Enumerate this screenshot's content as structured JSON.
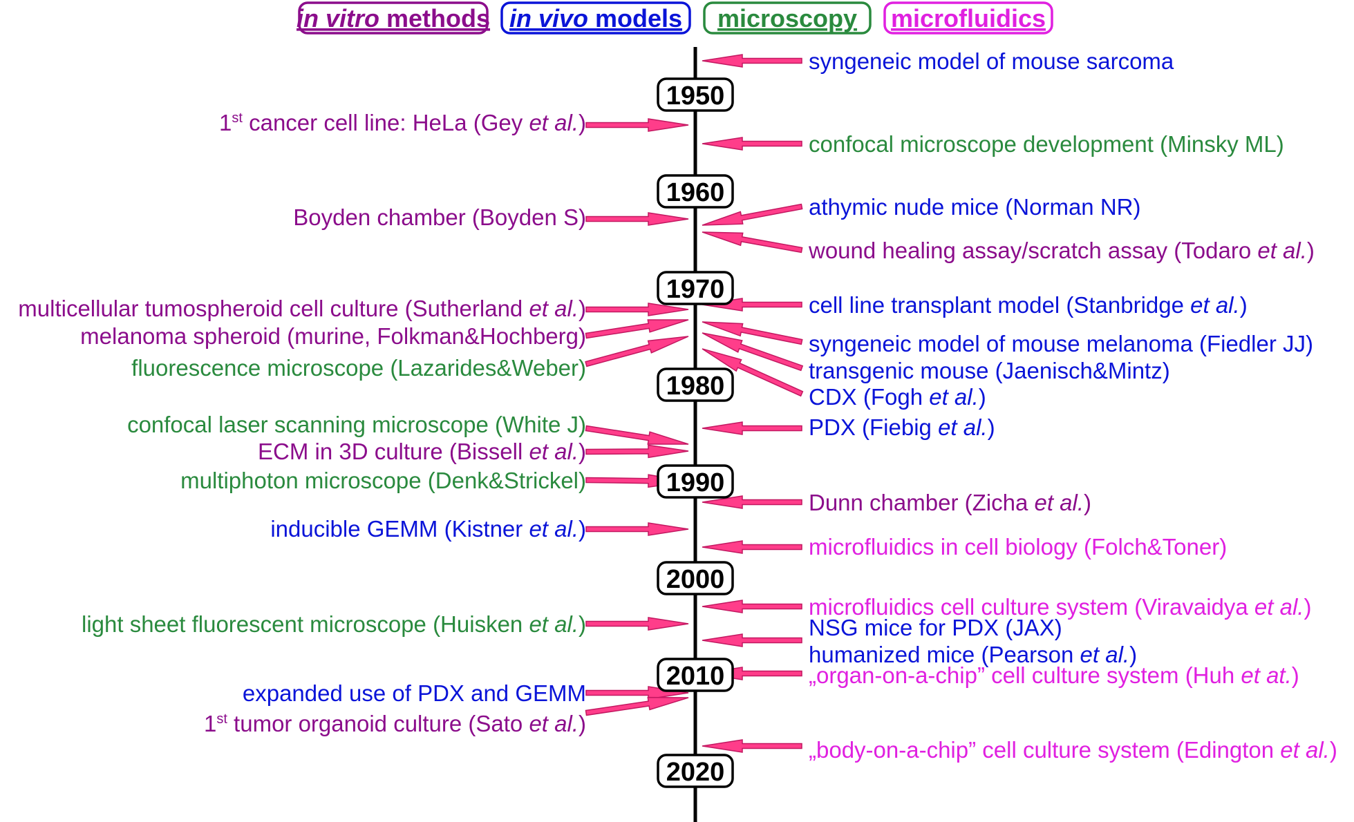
{
  "colors": {
    "in_vitro": "#8b0d8b",
    "in_vivo": "#0a14d8",
    "microscopy": "#2a8a3e",
    "microfluidics": "#e020e0",
    "arrow_fill": "#ff3d8a",
    "arrow_stroke": "#c21760"
  },
  "legend": [
    {
      "italic": "in vitro",
      "rest": " methods",
      "category": "in_vitro"
    },
    {
      "italic": "in vivo",
      "rest": " models",
      "category": "in_vivo"
    },
    {
      "italic": "",
      "rest": "microscopy",
      "category": "microscopy"
    },
    {
      "italic": "",
      "rest": "microfluidics",
      "category": "microfluidics"
    }
  ],
  "years": [
    "1950",
    "1960",
    "1970",
    "1980",
    "1990",
    "2000",
    "2010",
    "2020"
  ],
  "events_left": [
    {
      "parts": [
        {
          "t": "1"
        },
        {
          "t": "st",
          "sup": true
        },
        {
          "t": " cancer cell line: HeLa (Gey "
        },
        {
          "t": "et al.",
          "i": true
        },
        {
          "t": ")"
        }
      ],
      "category": "in_vitro"
    },
    {
      "parts": [
        {
          "t": "Boyden chamber (Boyden S)"
        }
      ],
      "category": "in_vitro"
    },
    {
      "parts": [
        {
          "t": "multicellular tumospheroid cell culture (Sutherland "
        },
        {
          "t": "et al.",
          "i": true
        },
        {
          "t": ")"
        }
      ],
      "category": "in_vitro"
    },
    {
      "parts": [
        {
          "t": "melanoma spheroid (murine, Folkman&Hochberg)"
        }
      ],
      "category": "in_vitro"
    },
    {
      "parts": [
        {
          "t": "fluorescence microscope (Lazarides&Weber)"
        }
      ],
      "category": "microscopy"
    },
    {
      "parts": [
        {
          "t": "confocal laser scanning microscope (White J)"
        }
      ],
      "category": "microscopy"
    },
    {
      "parts": [
        {
          "t": "ECM in 3D culture (Bissell "
        },
        {
          "t": "et al.",
          "i": true
        },
        {
          "t": ")"
        }
      ],
      "category": "in_vitro"
    },
    {
      "parts": [
        {
          "t": "multiphoton microscope (Denk&Strickel)"
        }
      ],
      "category": "microscopy"
    },
    {
      "parts": [
        {
          "t": "inducible GEMM (Kistner "
        },
        {
          "t": "et al.",
          "i": true
        },
        {
          "t": ")"
        }
      ],
      "category": "in_vivo"
    },
    {
      "parts": [
        {
          "t": "light sheet fluorescent microscope (Huisken "
        },
        {
          "t": "et al.",
          "i": true
        },
        {
          "t": ")"
        }
      ],
      "category": "microscopy"
    },
    {
      "parts": [
        {
          "t": "expanded use of PDX and GEMM"
        }
      ],
      "category": "in_vivo"
    },
    {
      "parts": [
        {
          "t": "1"
        },
        {
          "t": "st",
          "sup": true
        },
        {
          "t": " tumor organoid culture (Sato "
        },
        {
          "t": "et al.",
          "i": true
        },
        {
          "t": ")"
        }
      ],
      "category": "in_vitro"
    }
  ],
  "events_right": [
    {
      "parts": [
        {
          "t": "syngeneic model of mouse sarcoma"
        }
      ],
      "category": "in_vivo"
    },
    {
      "parts": [
        {
          "t": "confocal microscope development (Minsky ML)"
        }
      ],
      "category": "microscopy"
    },
    {
      "parts": [
        {
          "t": "athymic nude mice (Norman NR)"
        }
      ],
      "category": "in_vivo"
    },
    {
      "parts": [
        {
          "t": "wound healing assay/scratch assay (Todaro "
        },
        {
          "t": "et al.",
          "i": true
        },
        {
          "t": ")"
        }
      ],
      "category": "in_vitro"
    },
    {
      "parts": [
        {
          "t": "cell line transplant model (Stanbridge "
        },
        {
          "t": "et al.",
          "i": true
        },
        {
          "t": ")"
        }
      ],
      "category": "in_vivo"
    },
    {
      "parts": [
        {
          "t": "syngeneic model of mouse melanoma (Fiedler JJ)"
        }
      ],
      "category": "in_vivo"
    },
    {
      "parts": [
        {
          "t": "transgenic mouse (Jaenisch&Mintz)"
        }
      ],
      "category": "in_vivo"
    },
    {
      "parts": [
        {
          "t": "CDX (Fogh "
        },
        {
          "t": "et al.",
          "i": true
        },
        {
          "t": ")"
        }
      ],
      "category": "in_vivo"
    },
    {
      "parts": [
        {
          "t": "PDX (Fiebig "
        },
        {
          "t": "et al.",
          "i": true
        },
        {
          "t": ")"
        }
      ],
      "category": "in_vivo"
    },
    {
      "parts": [
        {
          "t": "Dunn chamber (Zicha "
        },
        {
          "t": "et al.",
          "i": true
        },
        {
          "t": ")"
        }
      ],
      "category": "in_vitro"
    },
    {
      "parts": [
        {
          "t": "microfluidics in cell biology (Folch&Toner)"
        }
      ],
      "category": "microfluidics"
    },
    {
      "parts": [
        {
          "t": "microfluidics cell culture system (Viravaidya "
        },
        {
          "t": "et al.",
          "i": true
        },
        {
          "t": ")"
        }
      ],
      "category": "microfluidics"
    },
    {
      "parts": [
        {
          "t": "NSG mice for PDX (JAX)"
        }
      ],
      "category": "in_vivo"
    },
    {
      "parts": [
        {
          "t": "humanized mice (Pearson "
        },
        {
          "t": "et al.",
          "i": true
        },
        {
          "t": ")"
        }
      ],
      "category": "in_vivo"
    },
    {
      "parts": [
        {
          "t": "„organ-on-a-chip” cell culture system (Huh "
        },
        {
          "t": "et at.",
          "i": true
        },
        {
          "t": ")"
        }
      ],
      "category": "microfluidics"
    },
    {
      "parts": [
        {
          "t": "„body-on-a-chip” cell culture system (Edington "
        },
        {
          "t": "et al.",
          "i": true
        },
        {
          "t": ")"
        }
      ],
      "category": "microfluidics"
    }
  ]
}
